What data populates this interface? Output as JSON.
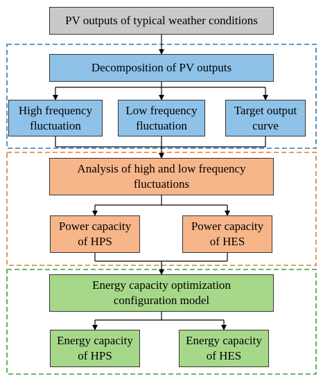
{
  "diagram": {
    "top": "PV outputs of typical weather conditions",
    "decomposition": "Decomposition of PV outputs",
    "high_freq": "High frequency\nfluctuation",
    "low_freq": "Low frequency\nfluctuation",
    "target": "Target output\ncurve",
    "analysis": "Analysis of high and low frequency\nfluctuations",
    "power_hps": "Power capacity\nof HPS",
    "power_hes": "Power capacity\nof HES",
    "model": "Energy capacity optimization\nconfiguration model",
    "energy_hps": "Energy capacity\nof HPS",
    "energy_hes": "Energy capacity\nof HES"
  },
  "colors": {
    "gray": "#c9c9c9",
    "blue": "#8fc2e8",
    "orange": "#f7b58a",
    "green": "#a6d88a",
    "dash_blue": "#2e75b6",
    "dash_orange": "#e3782f",
    "dash_green": "#3a9a3a"
  }
}
